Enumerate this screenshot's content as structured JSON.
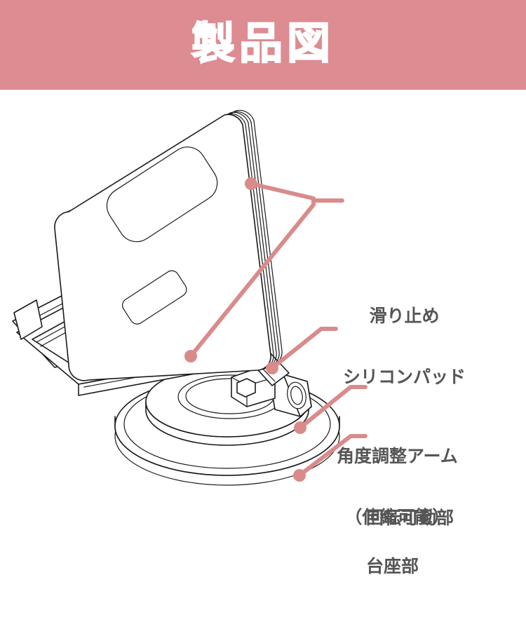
{
  "header": {
    "title": "製品図",
    "background_color": "#dd8c92",
    "text_color": "#ffffff"
  },
  "figure": {
    "name": "phone-stand-exploded-line-drawing",
    "description": "折りたたみ式スマートフォンスタンドの線画",
    "line_color": "#1a1a1a",
    "accent_color": "#dd8c92",
    "leader_color": "#d98b8b",
    "label_text_color": "#555555"
  },
  "callouts": [
    {
      "id": "silicone-pad",
      "name": "callout-silicone-pad",
      "lines": [
        "滑り止め",
        "シリコンパッド"
      ],
      "marker_count": 2
    },
    {
      "id": "angle-arm",
      "name": "callout-angle-arm",
      "lines": [
        "角度調整アーム",
        "（伸縮可能）"
      ],
      "marker_count": 1
    },
    {
      "id": "rotation-joint",
      "name": "callout-rotation-joint",
      "lines": [
        "回転可動部"
      ],
      "marker_count": 1
    },
    {
      "id": "base",
      "name": "callout-base",
      "lines": [
        "台座部"
      ],
      "marker_count": 1
    }
  ]
}
